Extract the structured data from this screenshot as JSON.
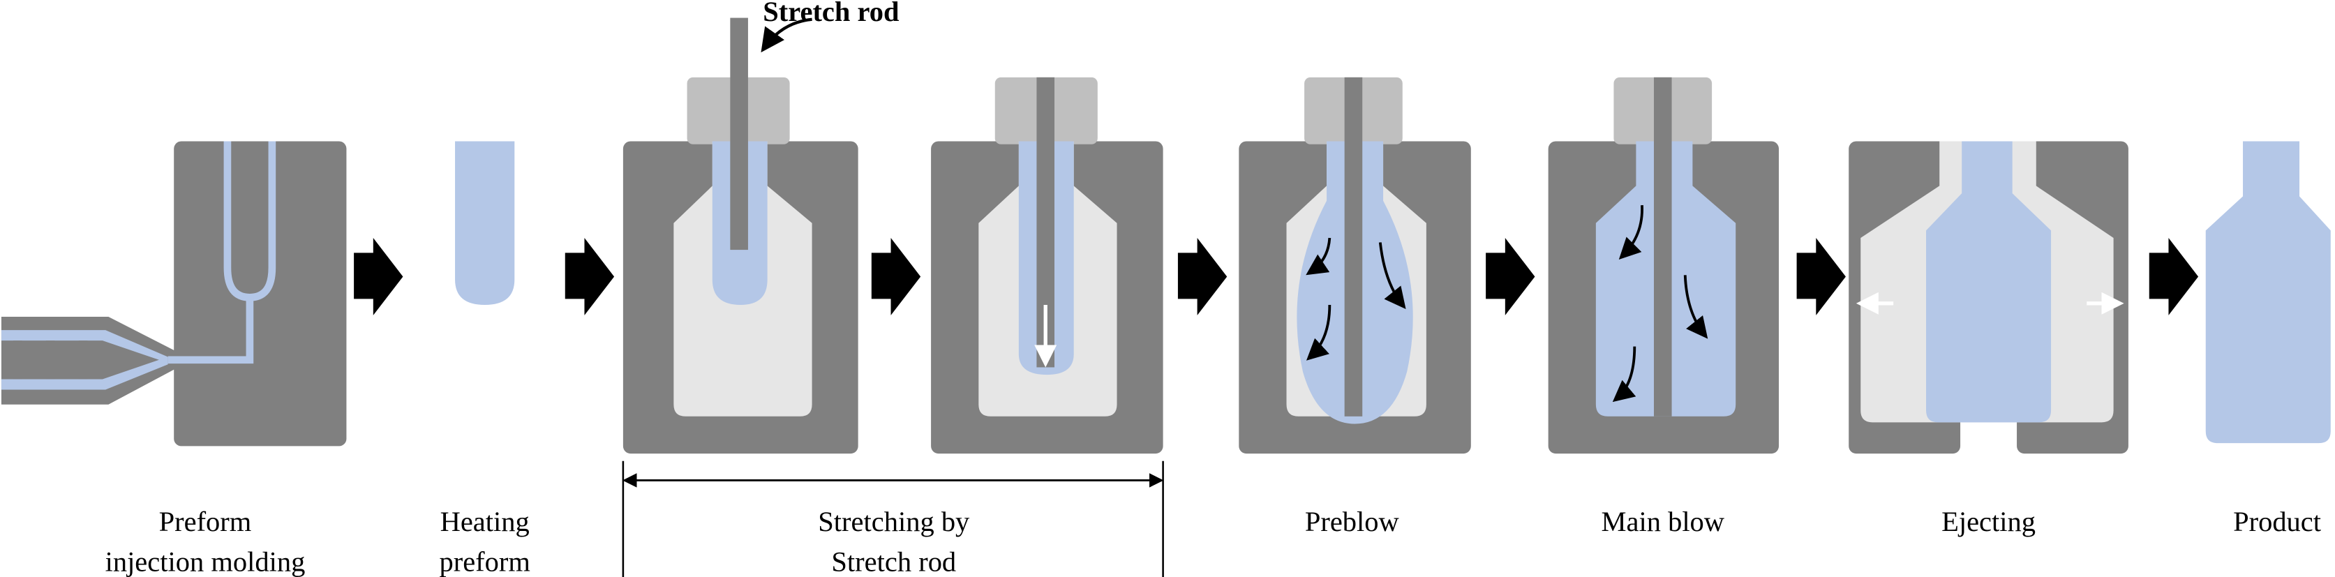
{
  "colors": {
    "mold": "#808080",
    "cap": "#bfbfbf",
    "cavity": "#e6e6e6",
    "plastic": "#b4c7e7",
    "arrow": "#000000"
  },
  "callout": "Stretch rod",
  "stages": [
    {
      "line1": "Preform",
      "line2": "injection molding"
    },
    {
      "line1": "Heating",
      "line2": "preform"
    },
    {
      "line1": "Stretching by",
      "line2": "Stretch rod"
    },
    {
      "line1": "Preblow",
      "line2": ""
    },
    {
      "line1": "Main blow",
      "line2": ""
    },
    {
      "line1": "Ejecting",
      "line2": ""
    },
    {
      "line1": "Product",
      "line2": ""
    }
  ]
}
